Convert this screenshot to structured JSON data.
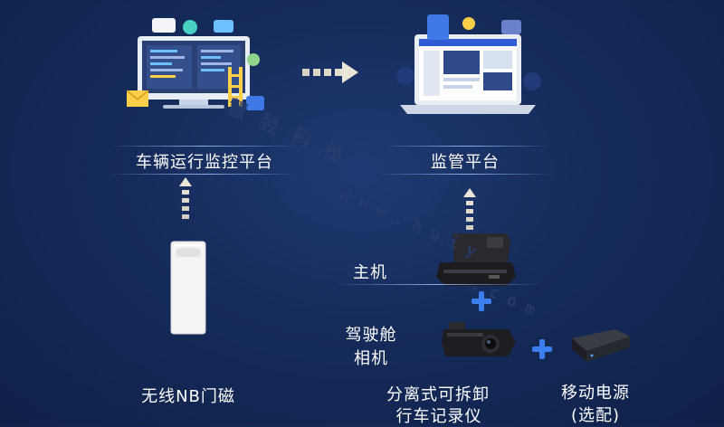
{
  "nodes": {
    "vehicle_platform": "车辆运行监控平台",
    "supervision_platform": "监管平台",
    "door_sensor": "无线NB门磁",
    "host": "主机",
    "cab_camera_line1": "驾驶舱",
    "cab_camera_line2": "相机",
    "recorder_line1": "分离式可拆卸",
    "recorder_line2": "行车记录仪",
    "power_line1": "移动电源",
    "power_line2": "(选配)"
  },
  "watermark": {
    "line1": "慧 翌 科 技",
    "line2": "w w w . h u i y",
    "line3": ". c o m"
  },
  "colors": {
    "background": "#152b5a",
    "plus": "#3b7ff0",
    "arrow": "#e6e0d2"
  }
}
